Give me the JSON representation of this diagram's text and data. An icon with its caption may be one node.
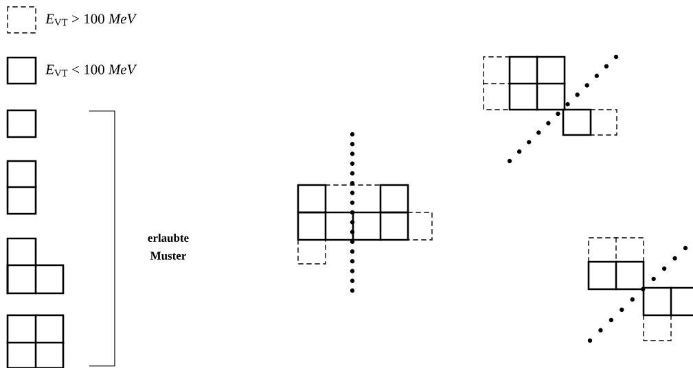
{
  "diagram": {
    "labels": [
      "erlaubte Muster"
    ],
    "legend": [
      {
        "text": "*E*$_{VT}$ > 100 *MeV*"
      },
      {
        "text": "*E*$_{VT}$ < 100 *MeV*"
      }
    ]
  }
}
